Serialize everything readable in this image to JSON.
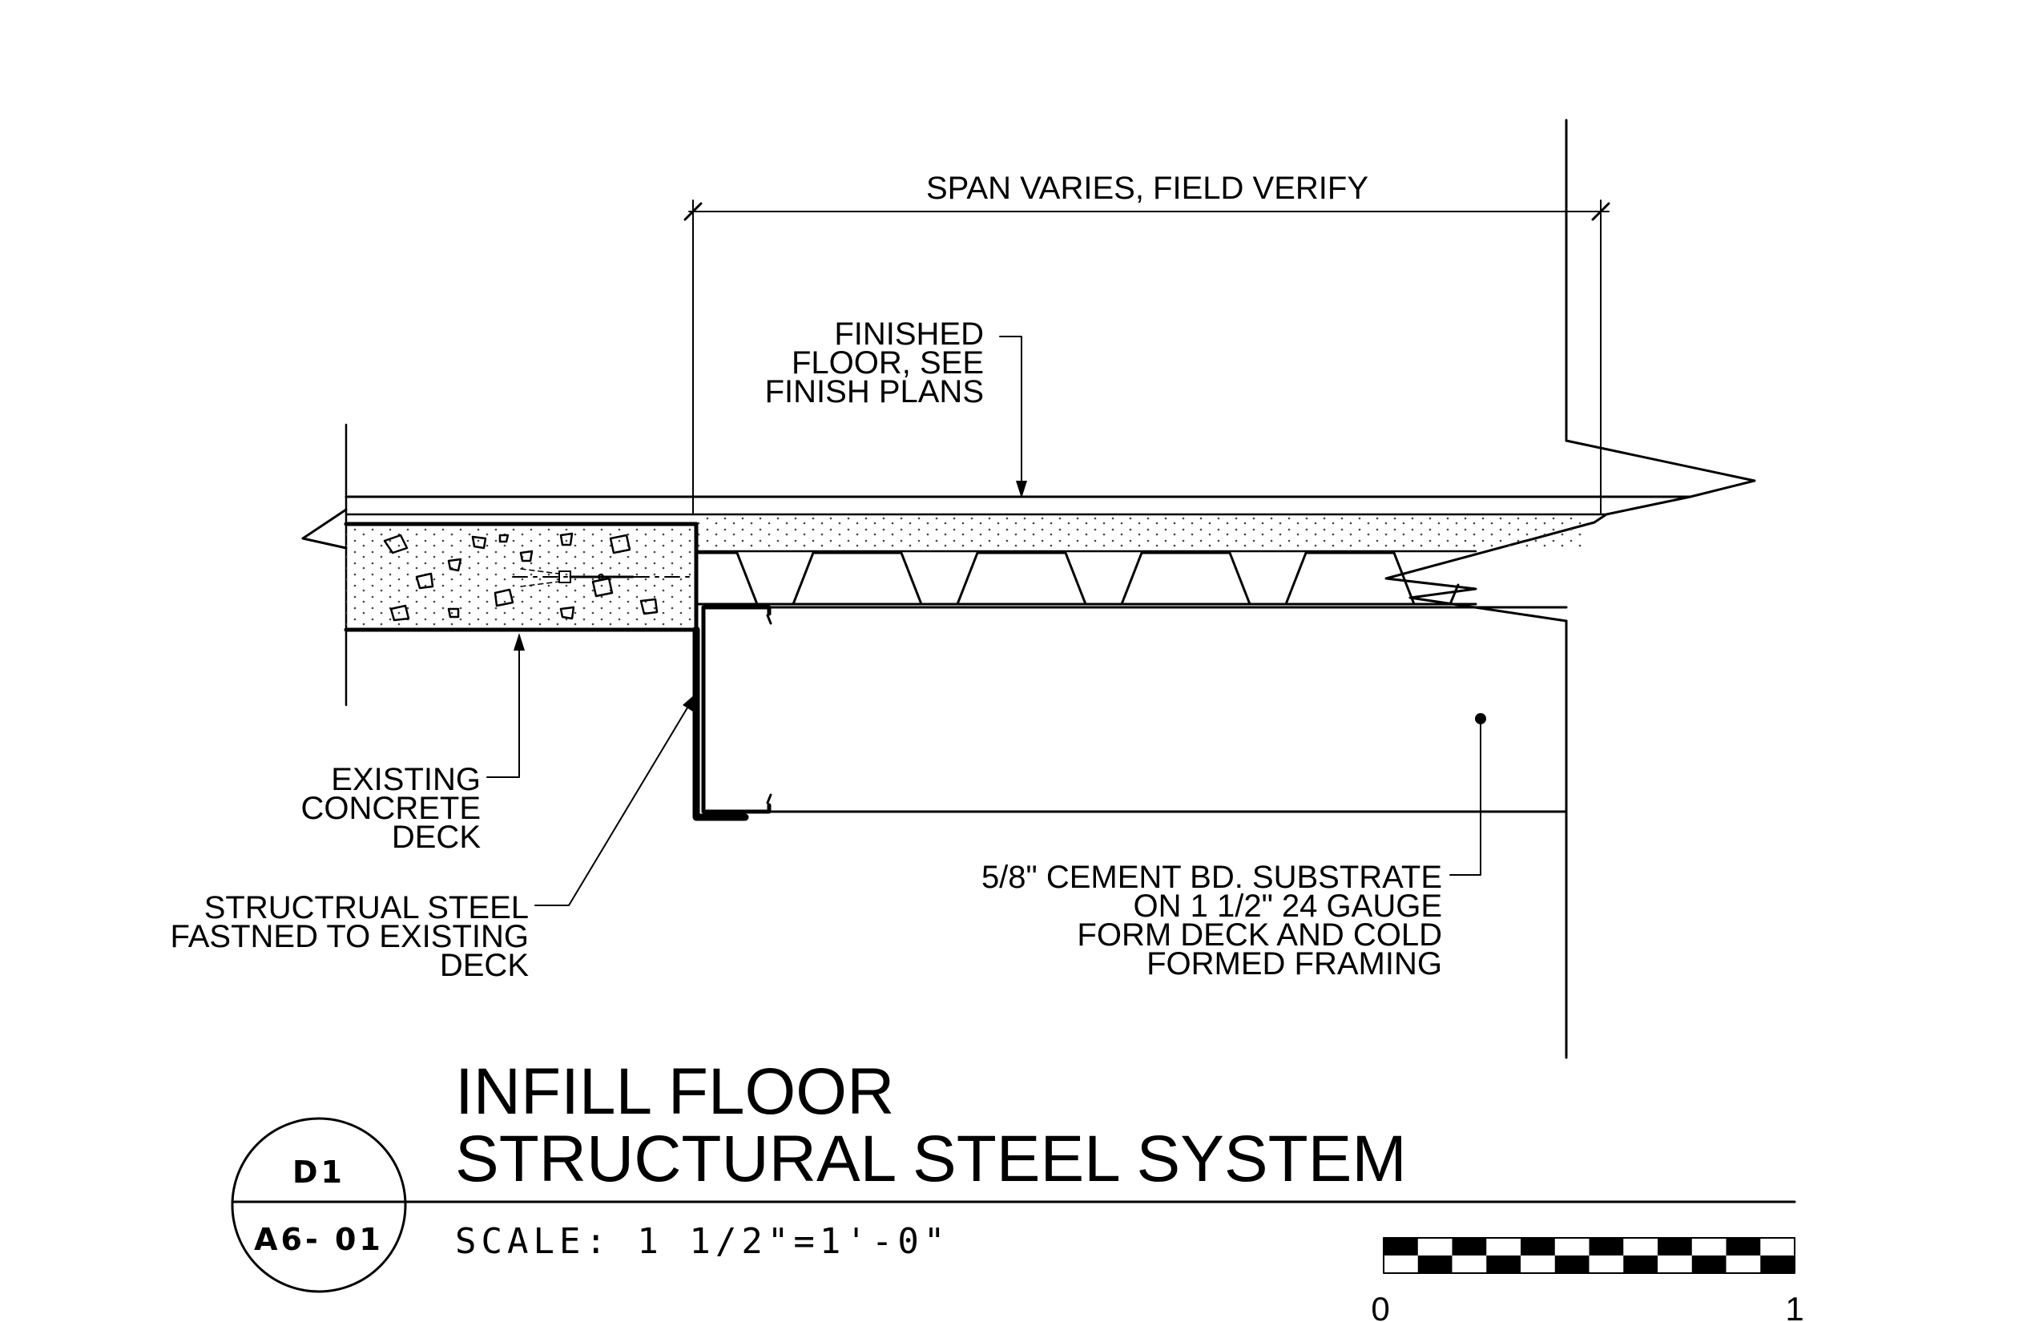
{
  "dimension": {
    "label": "SPAN VARIES, FIELD VERIFY"
  },
  "notes": {
    "finished_floor": [
      "FINISHED",
      "FLOOR, SEE",
      "FINISH PLANS"
    ],
    "existing_deck": [
      "EXISTING",
      "CONCRETE",
      "DECK"
    ],
    "structural_steel": [
      "STRUCTRUAL STEEL",
      "FASTNED TO EXISTING",
      "DECK"
    ],
    "cement_board": [
      "5/8\" CEMENT BD. SUBSTRATE",
      "ON 1 1/2\" 24 GAUGE",
      "FORM DECK AND COLD",
      "FORMED FRAMING"
    ]
  },
  "title": {
    "line1": "INFILL FLOOR",
    "line2": "STRUCTURAL STEEL SYSTEM",
    "scale": "SCALE: 1 1/2\"=1'-0\""
  },
  "detail_tag": {
    "detail": "D1",
    "sheet": "A6- 01"
  },
  "scale_bar": {
    "start": "0",
    "end": "1"
  }
}
